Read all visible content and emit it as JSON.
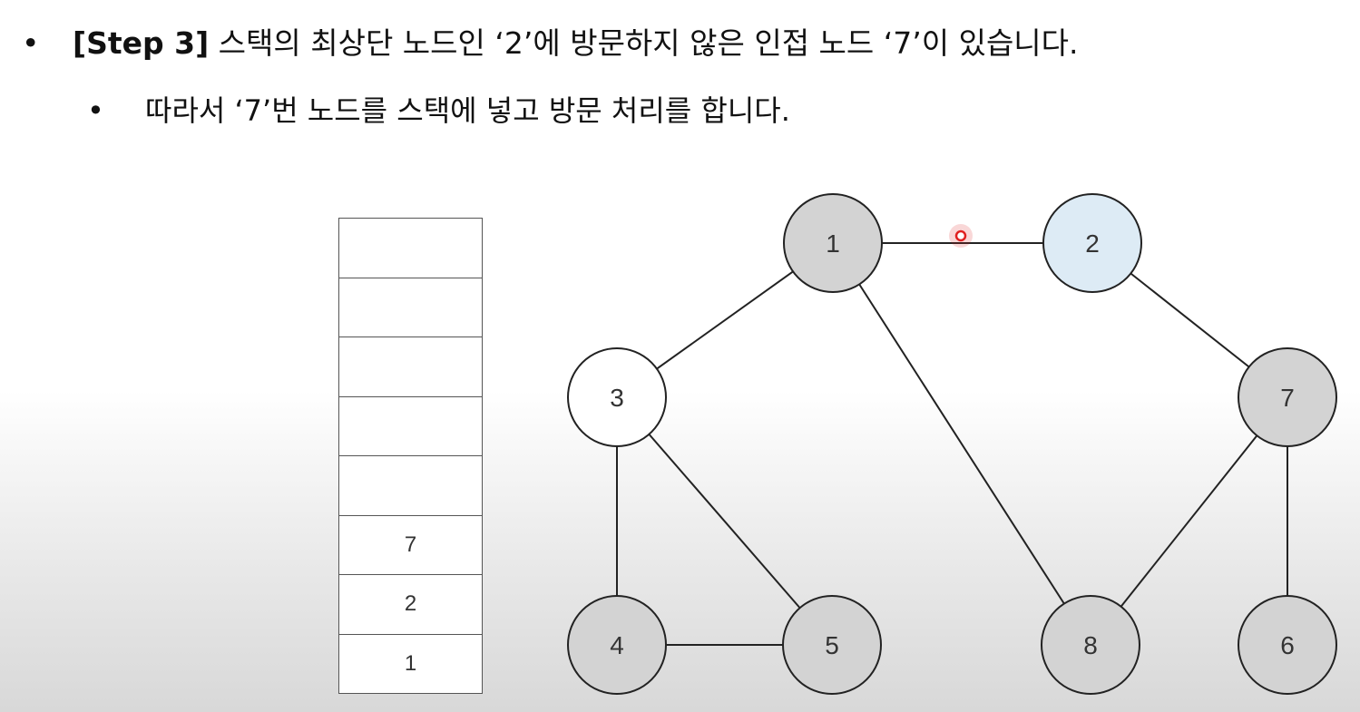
{
  "text": {
    "line1": {
      "bullet": "•",
      "step_tag": "[Step 3]",
      "body": "스택의 최상단 노드인 ‘2’에 방문하지 않은 인접 노드 ‘7’이 있습니다."
    },
    "line2": {
      "bullet": "•",
      "body": "따라서 ‘7’번 노드를 스택에 넣고 방문 처리를 합니다."
    }
  },
  "stack": {
    "slots": [
      "",
      "",
      "",
      "",
      "",
      "7",
      "2",
      "1"
    ]
  },
  "graph": {
    "nodes": [
      {
        "id": "1",
        "label": "1",
        "state": "visited"
      },
      {
        "id": "2",
        "label": "2",
        "state": "current"
      },
      {
        "id": "3",
        "label": "3",
        "state": "unvisited"
      },
      {
        "id": "7",
        "label": "7",
        "state": "visited"
      },
      {
        "id": "4",
        "label": "4",
        "state": "visited"
      },
      {
        "id": "5",
        "label": "5",
        "state": "visited"
      },
      {
        "id": "8",
        "label": "8",
        "state": "visited"
      },
      {
        "id": "6",
        "label": "6",
        "state": "visited"
      }
    ],
    "edges": [
      [
        "1",
        "2"
      ],
      [
        "1",
        "3"
      ],
      [
        "1",
        "8"
      ],
      [
        "2",
        "7"
      ],
      [
        "3",
        "4"
      ],
      [
        "3",
        "5"
      ],
      [
        "4",
        "5"
      ],
      [
        "7",
        "8"
      ],
      [
        "7",
        "6"
      ]
    ],
    "colors": {
      "visited": "#d3d3d3",
      "current": "#ddebf5",
      "unvisited": "#ffffff",
      "stroke": "#222222",
      "pointer": "#e02020"
    }
  }
}
